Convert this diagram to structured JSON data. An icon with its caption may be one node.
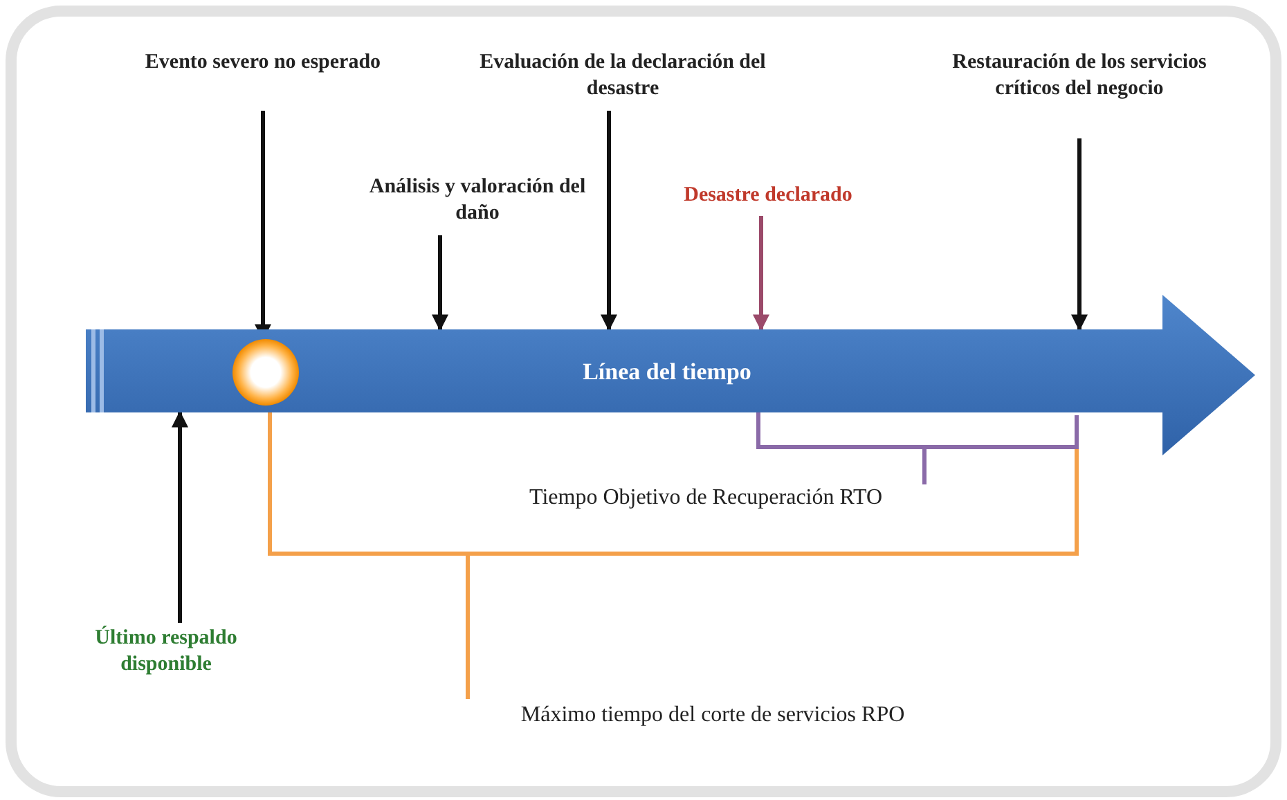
{
  "diagram": {
    "nodes": [
      {
        "text": [
          "Línea del tiempo"
        ]
      },
      {
        "text": [
          "Evento severo no esperado"
        ]
      },
      {
        "text": [],
        "shape": "circle",
        "in": 0
      },
      {
        "text": [
          "Análisis y valoración del daño"
        ]
      },
      {
        "text": [
          "Evaluación de la declaración del desastre"
        ]
      },
      {
        "text": [
          "Desastre declarado"
        ]
      },
      {
        "text": [
          "Restauración de los servicios críticos del negocio"
        ]
      },
      {
        "text": [
          "Último respaldo disponible"
        ]
      }
    ],
    "edges": [
      {
        "from": 1,
        "to": 2,
        "arrow": "to"
      },
      {
        "from": 3,
        "to": 0,
        "arrow": "to"
      },
      {
        "from": 4,
        "to": 0,
        "arrow": "to"
      },
      {
        "from": 5,
        "to": 0,
        "arrow": "to",
        "color": "#9b4a6a"
      },
      {
        "from": 6,
        "to": 0,
        "arrow": "to"
      },
      {
        "from": 7,
        "to": 0,
        "arrow": "to"
      }
    ],
    "labels": [
      "Tiempo Objetivo de Recuperación RTO",
      "Máximo tiempo del corte de servicios RPO"
    ]
  }
}
